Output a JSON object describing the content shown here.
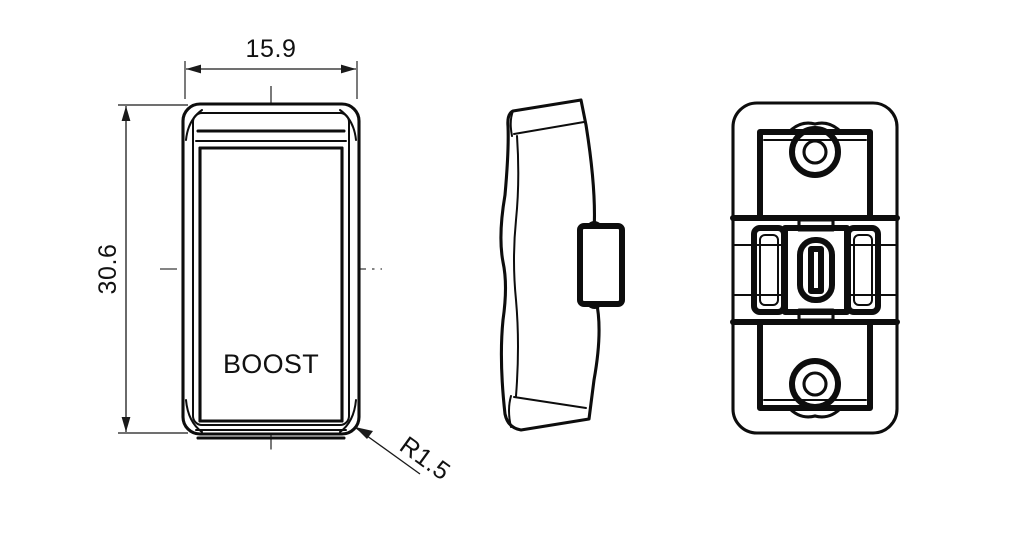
{
  "drawing": {
    "background_color": "#ffffff",
    "line_color": "#0d0d0d",
    "dimension_color": "#1a1a1a",
    "centerline_color": "#3b3b3b",
    "views": [
      {
        "id": "front-view",
        "name": "front-view",
        "label": "Front view of rocker switch cap"
      },
      {
        "id": "side-view",
        "name": "side-view",
        "label": "Side profile view of rocker switch cap"
      },
      {
        "id": "rear-view",
        "name": "rear-view",
        "label": "Rear view of rocker switch cap"
      }
    ]
  },
  "part": {
    "marking_text": "BOOST"
  },
  "dimensions": {
    "width": {
      "value": "15.9",
      "orientation": "horizontal",
      "view": "front-view"
    },
    "height": {
      "value": "30.6",
      "orientation": "vertical",
      "view": "front-view"
    },
    "corner_radius": {
      "value": "R1.5",
      "orientation": "leader",
      "view": "front-view"
    }
  }
}
